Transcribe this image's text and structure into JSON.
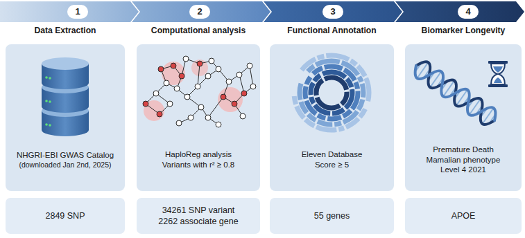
{
  "diagram": {
    "nodes": [
      {
        "text": [
          "1"
        ]
      },
      {
        "text": [
          "2"
        ]
      },
      {
        "text": [
          "3"
        ]
      },
      {
        "text": [
          "4"
        ]
      },
      {
        "text": [
          "Data Extraction",
          "NHGRI-EBI GWAS Catalog",
          "(downloaded Jan 2nd, 2025)"
        ]
      },
      {
        "text": [
          "Computational analysis",
          "HaploReg analysis Variants with r² ≥ 0.8"
        ]
      },
      {
        "text": [
          "Functional Annotation",
          "Eleven Database Score ≥ 5"
        ]
      },
      {
        "text": [
          "Biomarker Longevity",
          "Premature Death Mamalian phenotype Level 4 2021"
        ]
      },
      {
        "text": [
          "2849 SNP"
        ]
      },
      {
        "text": [
          "34261 SNP variant 2262 associate gene"
        ]
      },
      {
        "text": [
          "55 genes"
        ]
      },
      {
        "text": [
          "APOE"
        ]
      }
    ]
  }
}
